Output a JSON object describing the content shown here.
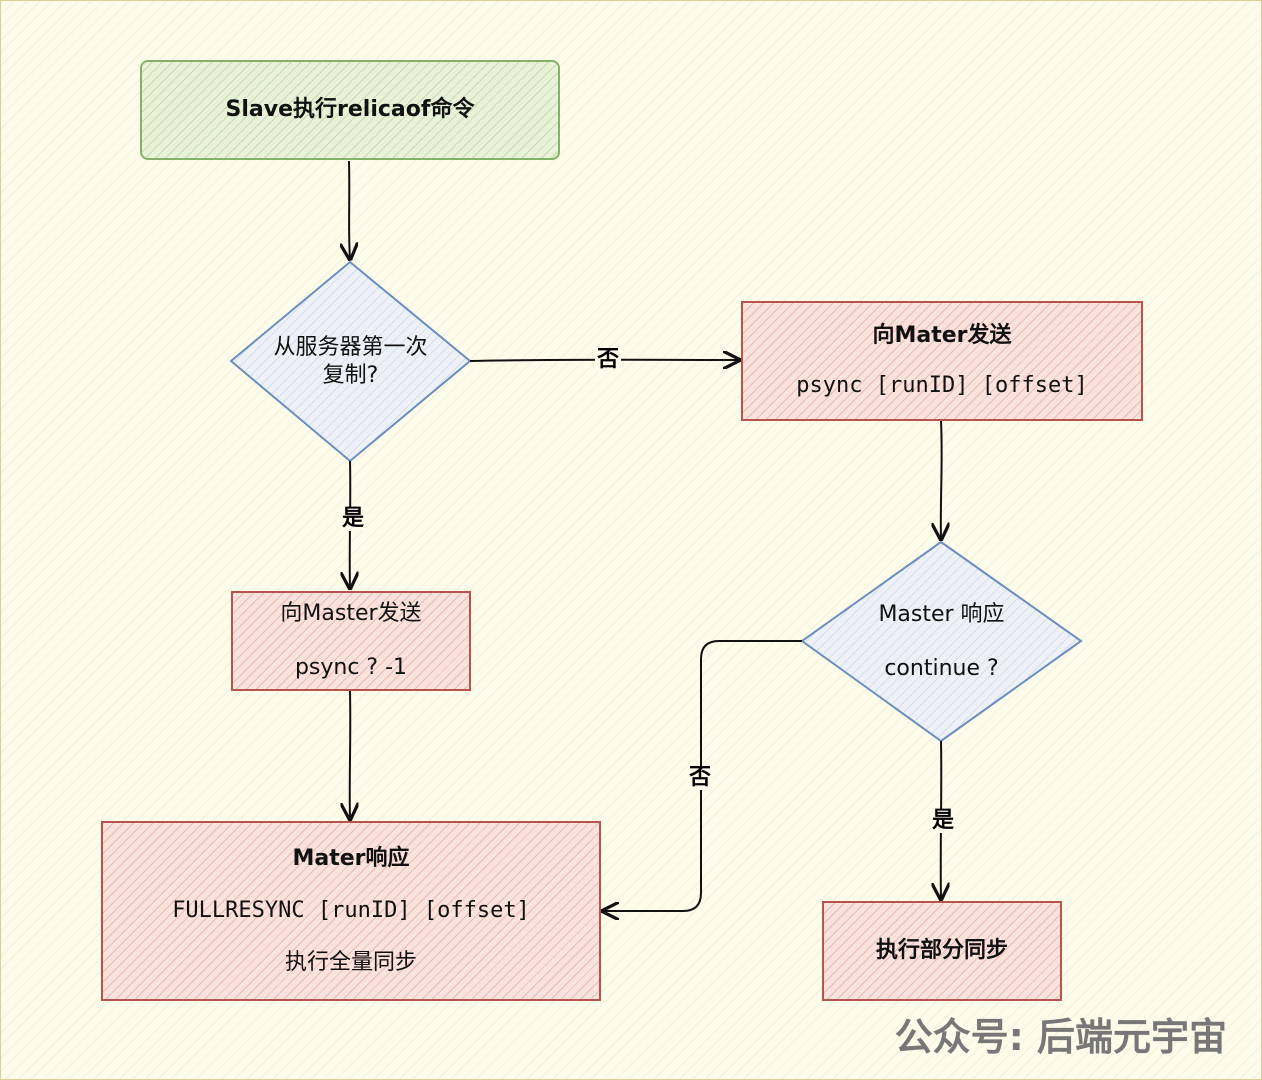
{
  "nodes": {
    "start": {
      "label": "Slave执行relicaof命令"
    },
    "first_copy": {
      "line1": "从服务器第一次",
      "line2": "复制?"
    },
    "send_runid": {
      "title": "向Mater发送",
      "command": "psync [runID] [offset]"
    },
    "send_minus_one": {
      "title": "向Master发送",
      "command": "psync ? -1"
    },
    "master_continue": {
      "line1": "Master 响应",
      "line2": "continue ?"
    },
    "full_resync": {
      "title": "Mater响应",
      "command": "FULLRESYNC [runID] [offset]",
      "note": "执行全量同步"
    },
    "partial_sync": {
      "label": "执行部分同步"
    }
  },
  "edge_labels": {
    "first_copy_no": "否",
    "first_copy_yes": "是",
    "continue_no": "否",
    "continue_yes": "是"
  },
  "watermark": "公众号: 后端元宇宙",
  "colors": {
    "green_stroke": "#82b366",
    "red_stroke": "#b85450",
    "blue_stroke": "#6c8ebf",
    "edge": "#111111"
  }
}
